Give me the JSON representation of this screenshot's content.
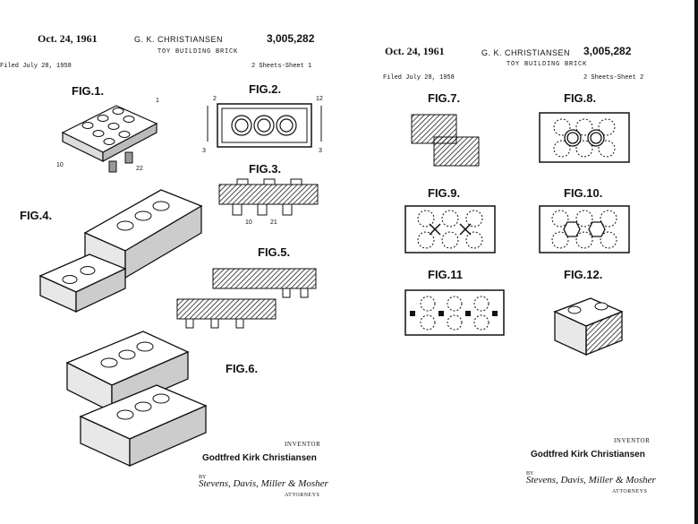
{
  "sheet1": {
    "date": "Oct. 24, 1961",
    "inventor_header": "G. K. CHRISTIANSEN",
    "patent_number": "3,005,282",
    "title": "TOY BUILDING BRICK",
    "filed": "Filed July 28, 1958",
    "sheets": "2 Sheets-Sheet 1",
    "figures": [
      "FIG.1.",
      "FIG.2.",
      "FIG.3.",
      "FIG.4.",
      "FIG.5.",
      "FIG.6."
    ],
    "inventor_label": "INVENTOR",
    "inventor_name": "Godtfred Kirk Christiansen",
    "by": "BY",
    "signature": "Stevens, Davis, Miller & Mosher",
    "attorneys": "ATTORNEYS"
  },
  "sheet2": {
    "date": "Oct. 24, 1961",
    "inventor_header": "G. K. CHRISTIANSEN",
    "patent_number": "3,005,282",
    "title": "TOY BUILDING BRICK",
    "filed": "Filed July 28, 1958",
    "sheets": "2 Sheets-Sheet 2",
    "figures": [
      "FIG.7.",
      "FIG.8.",
      "FIG.9.",
      "FIG.10.",
      "FIG.11",
      "FIG.12."
    ],
    "inventor_label": "INVENTOR",
    "inventor_name": "Godtfred Kirk Christiansen",
    "by": "BY",
    "signature": "Stevens, Davis, Miller & Mosher",
    "attorneys": "ATTORNEYS"
  }
}
